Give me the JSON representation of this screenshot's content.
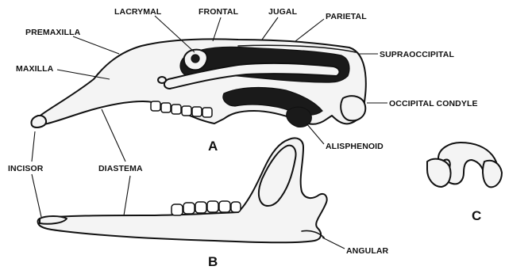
{
  "labels": {
    "lacrymal": "LACRYMAL",
    "frontal": "FRONTAL",
    "jugal": "JUGAL",
    "parietal": "PARIETAL",
    "premaxilla": "PREMAXILLA",
    "maxilla": "MAXILLA",
    "supraoccipital": "SUPRAOCCIPITAL",
    "occipital_condyle": "OCCIPITAL CONDYLE",
    "alisphenoid": "ALISPHENOID",
    "incisor": "INCISOR",
    "diastema": "DIASTEMA",
    "angular": "ANGULAR"
  },
  "figure_letters": {
    "a": "A",
    "b": "B",
    "c": "C"
  }
}
